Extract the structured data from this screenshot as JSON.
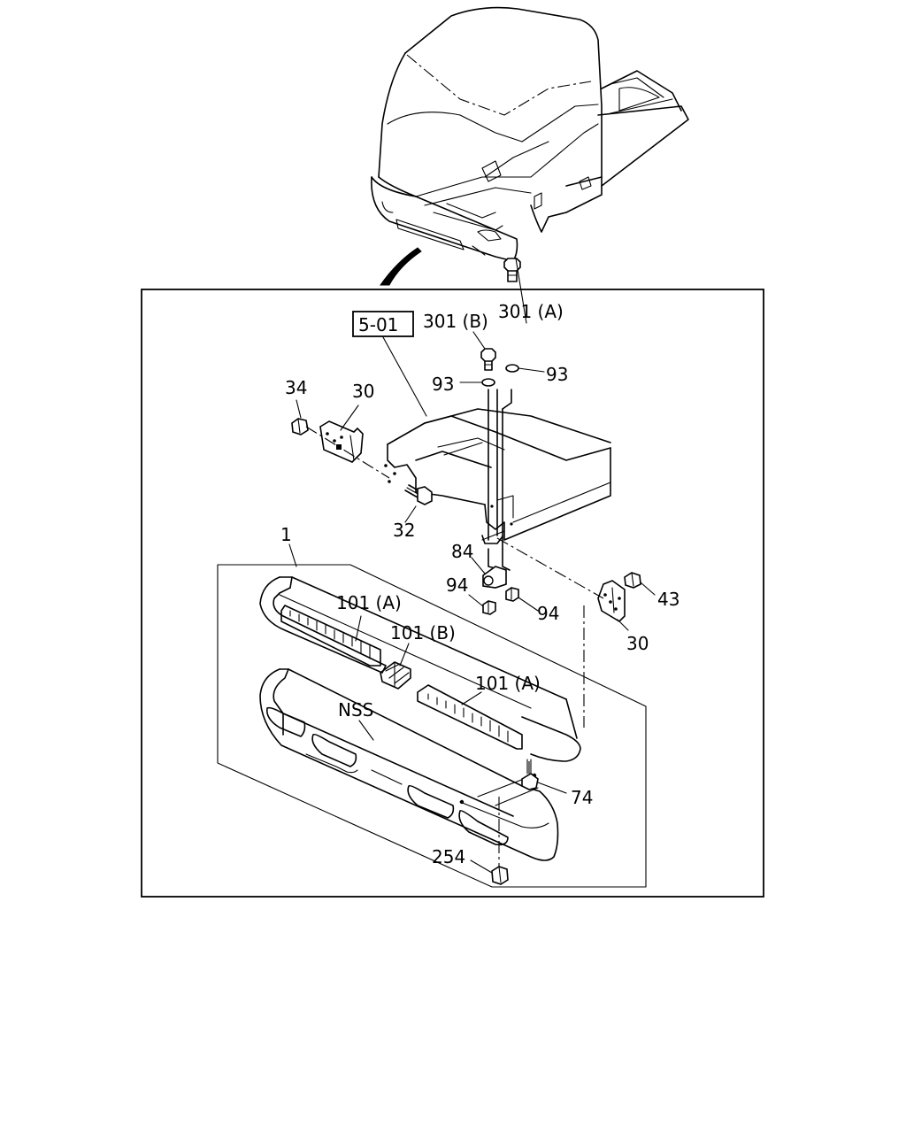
{
  "diagram": {
    "reference_box": "5-01",
    "callouts": {
      "c301b": "301 (B)",
      "c301a": "301 (A)",
      "c93a": "93",
      "c93b": "93",
      "c34": "34",
      "c30a": "30",
      "c32": "32",
      "c1": "1",
      "c84": "84",
      "c94a": "94",
      "c94b": "94",
      "c43": "43",
      "c30b": "30",
      "c101a1": "101 (A)",
      "c101b": "101 (B)",
      "c101a2": "101 (A)",
      "cnss": "NSS",
      "c74": "74",
      "c254": "254"
    }
  }
}
